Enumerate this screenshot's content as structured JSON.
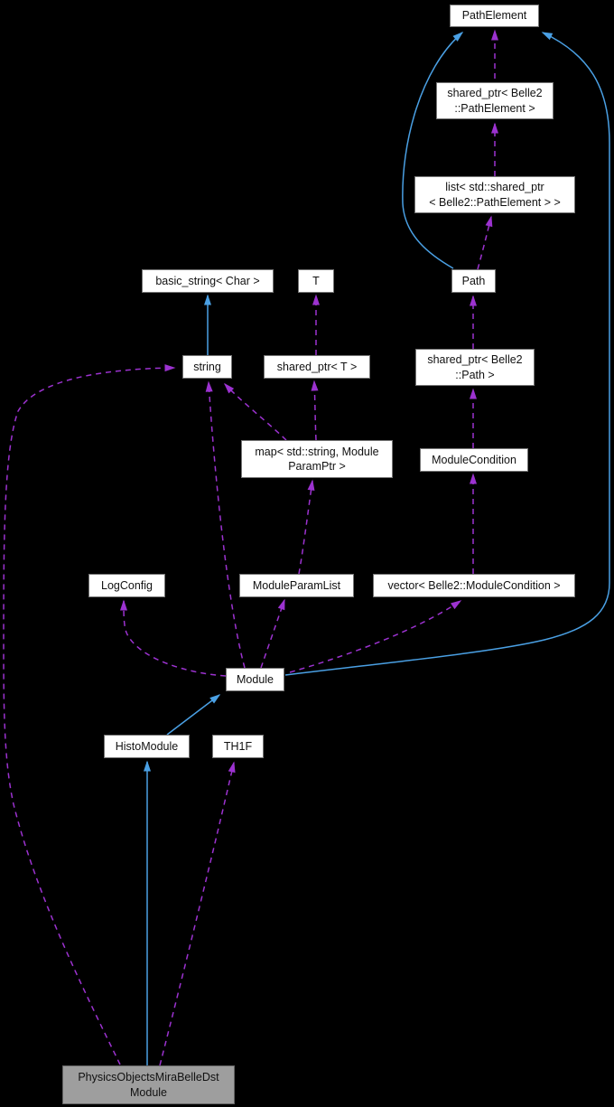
{
  "diagram": {
    "title": "Collaboration graph for PhysicsObjectsMiraBelleDstModule",
    "colors": {
      "bg": "#000000",
      "node_fill": "#ffffff",
      "node_border": "#757575",
      "current_fill": "#9e9e9e",
      "current_border": "#636363",
      "text": "#111111",
      "inheritance": "#4aa0e4",
      "usage": "#9c32d0"
    },
    "nodes": {
      "pathelement": {
        "lines": [
          "PathElement"
        ]
      },
      "sp_pathelement": {
        "lines": [
          "shared_ptr< Belle2",
          "::PathElement >"
        ]
      },
      "list_sp_pathelement": {
        "lines": [
          "list< std::shared_ptr",
          "< Belle2::PathElement > >"
        ]
      },
      "path": {
        "lines": [
          "Path"
        ]
      },
      "basic_string_char": {
        "lines": [
          "basic_string< Char >"
        ]
      },
      "t": {
        "lines": [
          "T"
        ]
      },
      "string": {
        "lines": [
          "string"
        ]
      },
      "sp_t": {
        "lines": [
          "shared_ptr< T >"
        ]
      },
      "sp_path": {
        "lines": [
          "shared_ptr< Belle2",
          "::Path >"
        ]
      },
      "map_string_moduleparamptr": {
        "lines": [
          "map< std::string, Module",
          "ParamPtr >"
        ]
      },
      "modulecondition": {
        "lines": [
          "ModuleCondition"
        ]
      },
      "logconfig": {
        "lines": [
          "LogConfig"
        ]
      },
      "moduleparamlist": {
        "lines": [
          "ModuleParamList"
        ]
      },
      "vector_modulecondition": {
        "lines": [
          "vector< Belle2::ModuleCondition >"
        ]
      },
      "module": {
        "lines": [
          "Module"
        ]
      },
      "histomodule": {
        "lines": [
          "HistoModule"
        ]
      },
      "th1f": {
        "lines": [
          "TH1F"
        ]
      },
      "physicsobjectsmirabelledstmodule": {
        "lines": [
          "PhysicsObjectsMiraBelleDst",
          "Module"
        ],
        "current": true
      }
    },
    "edges": [
      {
        "from": "sp_pathelement",
        "to": "pathelement",
        "type": "usage"
      },
      {
        "from": "list_sp_pathelement",
        "to": "sp_pathelement",
        "type": "usage"
      },
      {
        "from": "path",
        "to": "list_sp_pathelement",
        "type": "usage"
      },
      {
        "from": "sp_path",
        "to": "path",
        "type": "usage"
      },
      {
        "from": "modulecondition",
        "to": "sp_path",
        "type": "usage"
      },
      {
        "from": "vector_modulecondition",
        "to": "modulecondition",
        "type": "usage"
      },
      {
        "from": "module",
        "to": "vector_modulecondition",
        "type": "usage"
      },
      {
        "from": "module",
        "to": "moduleparamlist",
        "type": "usage"
      },
      {
        "from": "moduleparamlist",
        "to": "map_string_moduleparamptr",
        "type": "usage"
      },
      {
        "from": "map_string_moduleparamptr",
        "to": "sp_t",
        "type": "usage"
      },
      {
        "from": "map_string_moduleparamptr",
        "to": "string",
        "type": "usage"
      },
      {
        "from": "module",
        "to": "string",
        "type": "usage"
      },
      {
        "from": "module",
        "to": "logconfig",
        "type": "usage"
      },
      {
        "from": "sp_t",
        "to": "t",
        "type": "usage"
      },
      {
        "from": "physicsobjectsmirabelledstmodule",
        "to": "string",
        "type": "usage"
      },
      {
        "from": "physicsobjectsmirabelledstmodule",
        "to": "th1f",
        "type": "usage"
      },
      {
        "from": "string",
        "to": "basic_string_char",
        "type": "inheritance"
      },
      {
        "from": "physicsobjectsmirabelledstmodule",
        "to": "histomodule",
        "type": "inheritance"
      },
      {
        "from": "histomodule",
        "to": "module",
        "type": "inheritance"
      },
      {
        "from": "module",
        "to": "pathelement",
        "type": "inheritance"
      },
      {
        "from": "path",
        "to": "pathelement",
        "type": "inheritance"
      }
    ]
  }
}
